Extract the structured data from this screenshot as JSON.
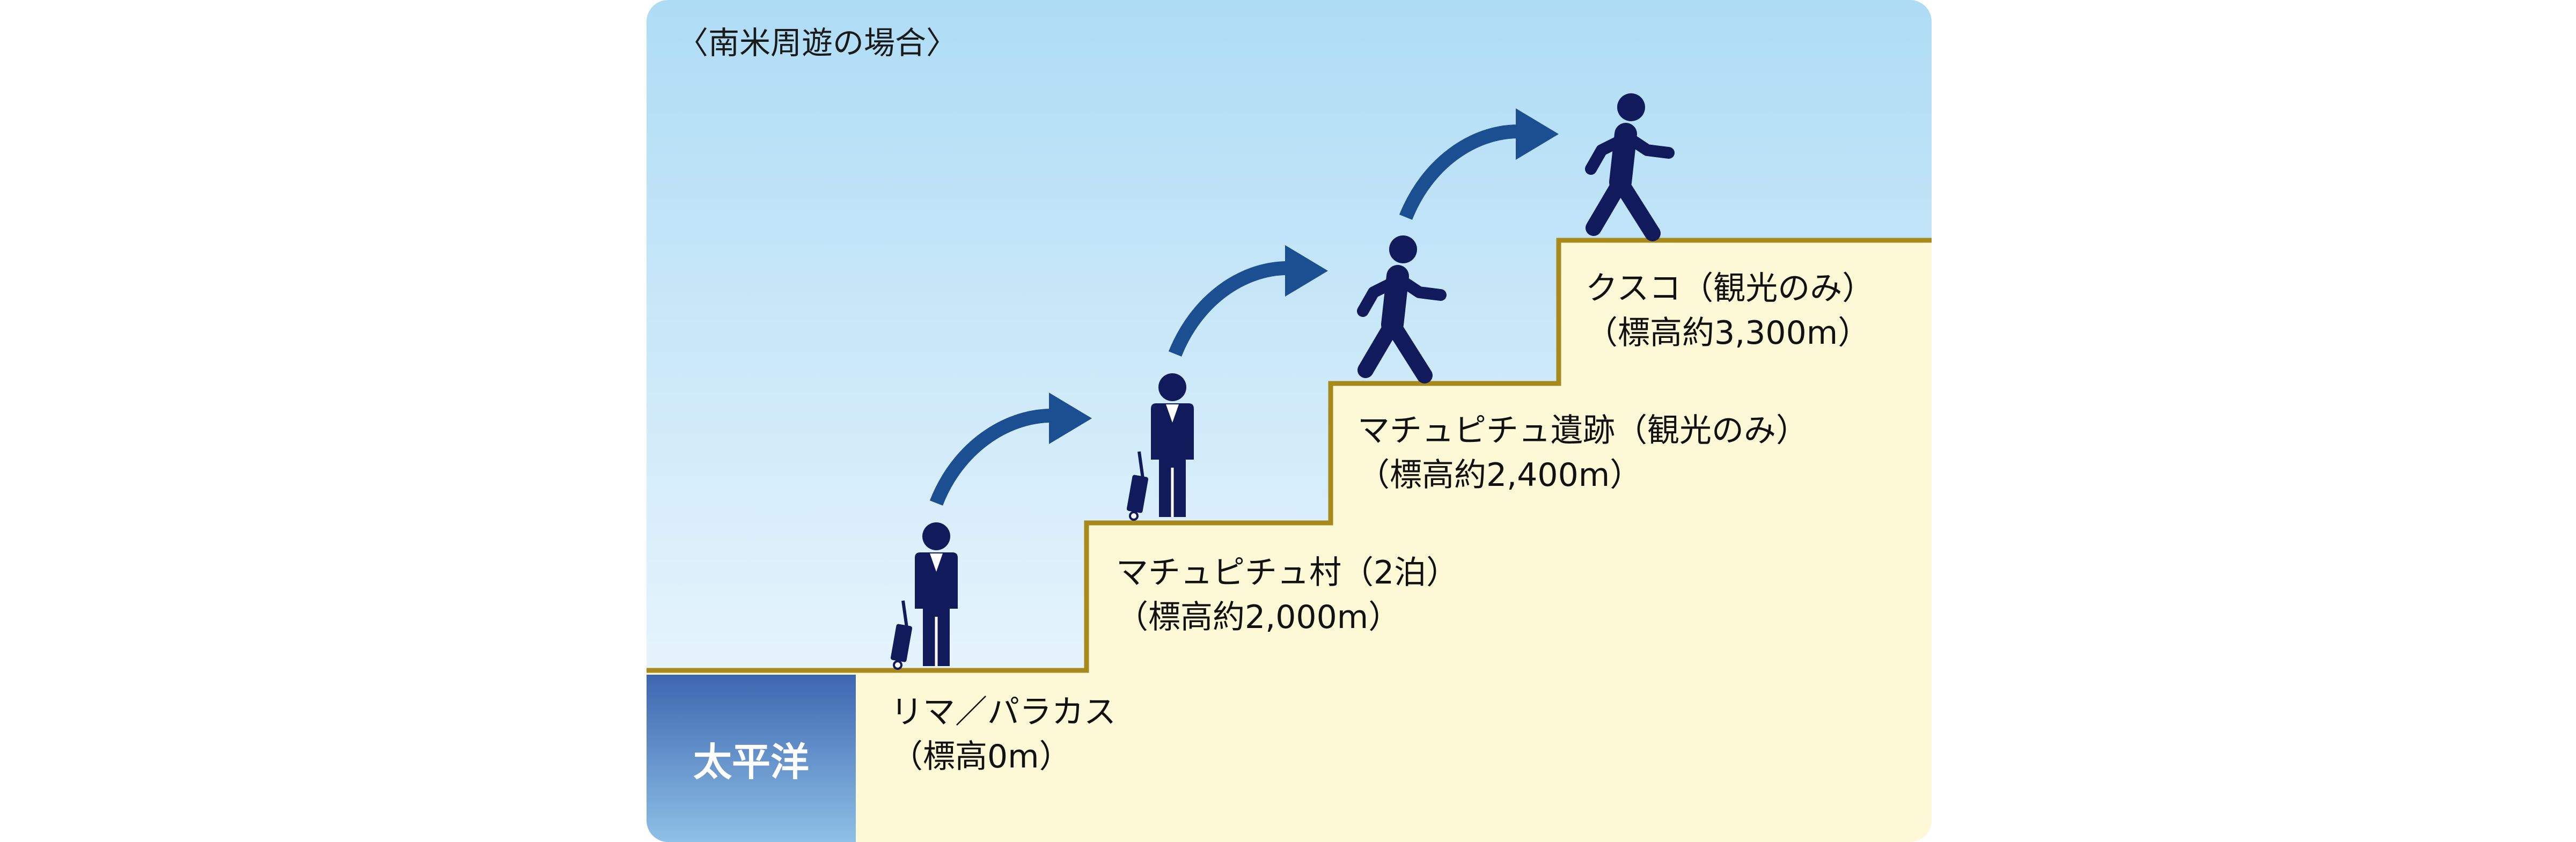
{
  "title": "〈南米周遊の場合〉",
  "ocean_label": "太平洋",
  "colors": {
    "sky_top": "#aedcf5",
    "sky_bottom": "#f4fafe",
    "ground": "#fdf8d6",
    "step_line": "#a8891c",
    "ocean_top": "#3d66b0",
    "ocean_bottom": "#8ec0e6",
    "figure": "#111a5a",
    "arrow": "#1c4f92"
  },
  "steps": [
    {
      "id": "lima",
      "name": "リマ／パラカス",
      "altitude": "（標高0m）",
      "altitude_m": 0,
      "figure": "traveler-with-suitcase"
    },
    {
      "id": "village",
      "name": "マチュピチュ村（2泊）",
      "altitude": "（標高約2,000m）",
      "altitude_m": 2000,
      "figure": "traveler-with-suitcase"
    },
    {
      "id": "ruins",
      "name": "マチュピチュ遺跡（観光のみ）",
      "altitude": "（標高約2,400m）",
      "altitude_m": 2400,
      "figure": "walking-person"
    },
    {
      "id": "cusco",
      "name": "クスコ（観光のみ）",
      "altitude": "（標高約3,300m）",
      "altitude_m": 3300,
      "figure": "walking-person"
    }
  ]
}
